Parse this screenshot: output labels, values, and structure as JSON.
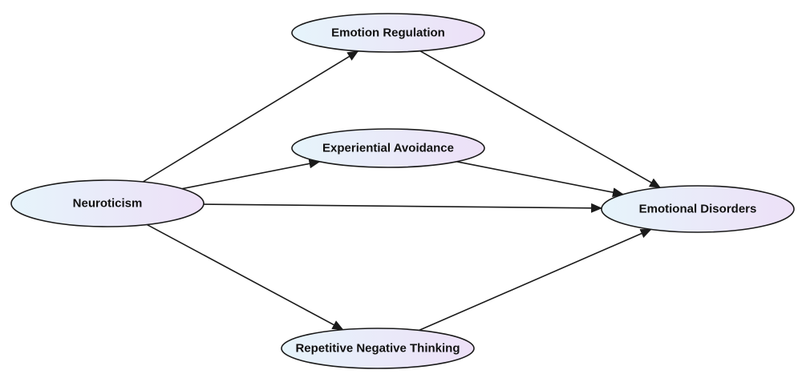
{
  "diagram": {
    "nodes": [
      {
        "id": "neuroticism",
        "label": "Neuroticism"
      },
      {
        "id": "emotion-regulation",
        "label": "Emotion Regulation"
      },
      {
        "id": "experiential-avoidance",
        "label": "Experiential Avoidance"
      },
      {
        "id": "repetitive-negative-thinking",
        "label": "Repetitive Negative Thinking"
      },
      {
        "id": "emotional-disorders",
        "label": "Emotional Disorders"
      }
    ],
    "edges": [
      {
        "from": "neuroticism",
        "to": "emotion-regulation"
      },
      {
        "from": "neuroticism",
        "to": "experiential-avoidance"
      },
      {
        "from": "neuroticism",
        "to": "emotional-disorders"
      },
      {
        "from": "neuroticism",
        "to": "repetitive-negative-thinking"
      },
      {
        "from": "emotion-regulation",
        "to": "emotional-disorders"
      },
      {
        "from": "experiential-avoidance",
        "to": "emotional-disorders"
      },
      {
        "from": "repetitive-negative-thinking",
        "to": "emotional-disorders"
      }
    ],
    "colors": {
      "fill_start": "#e6f4fb",
      "fill_end": "#ede0f7",
      "stroke": "#1a1a1a",
      "text": "#111111"
    }
  }
}
